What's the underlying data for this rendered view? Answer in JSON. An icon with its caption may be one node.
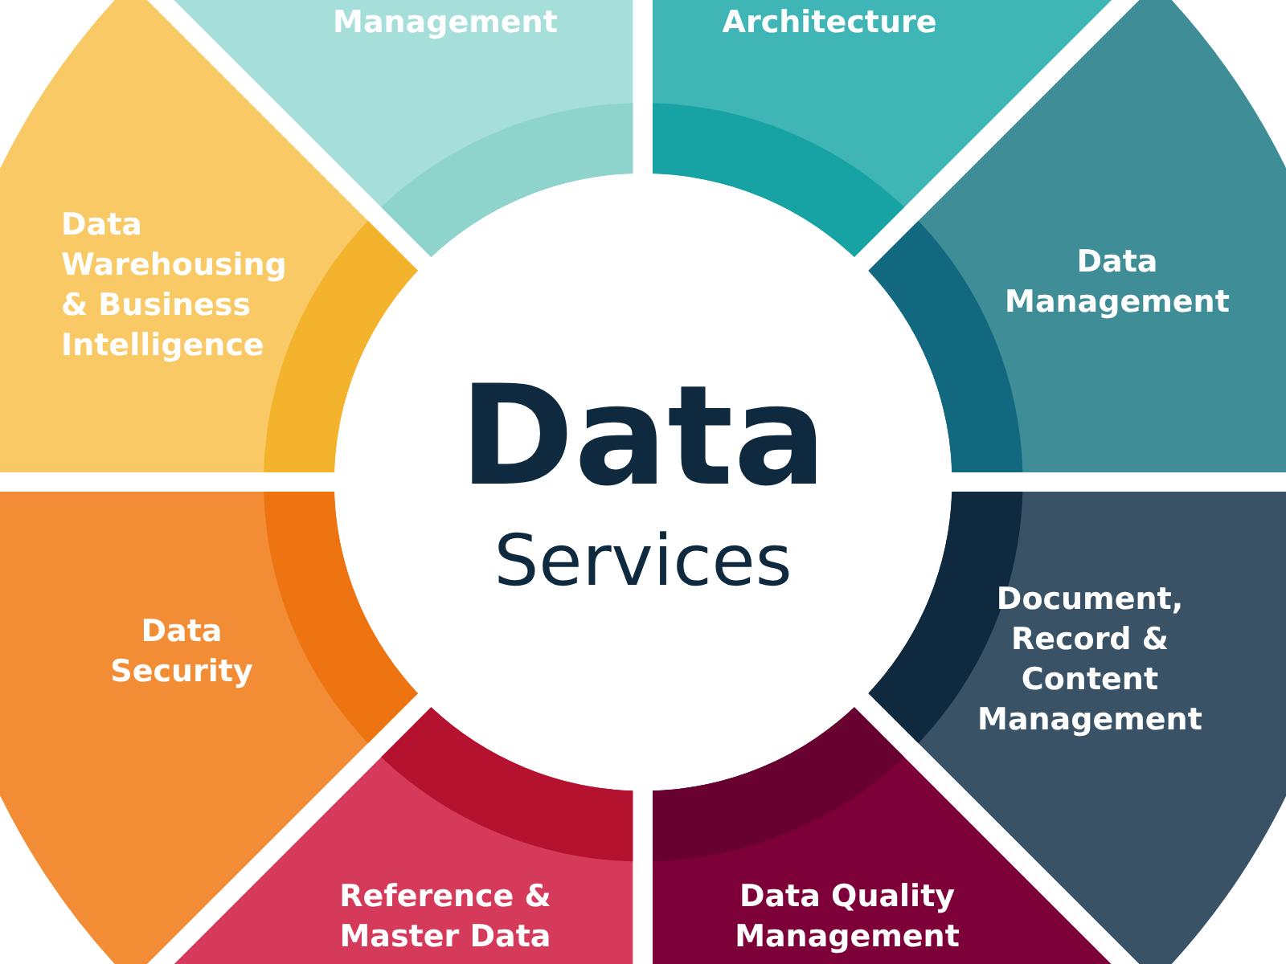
{
  "diagram": {
    "nodes": [
      {
        "text": [
          "Data",
          "Services"
        ]
      },
      {
        "text": [
          "Management"
        ]
      },
      {
        "text": [
          "Architecture"
        ]
      },
      {
        "text": [
          "Data Warehousing & Business Intelligence"
        ]
      },
      {
        "text": [
          "Data Management"
        ]
      },
      {
        "text": [
          "Data Security"
        ]
      },
      {
        "text": [
          "Document, Record & Content Management"
        ]
      },
      {
        "text": [
          "Reference & Master Data"
        ]
      },
      {
        "text": [
          "Data Quality Management"
        ]
      }
    ]
  }
}
